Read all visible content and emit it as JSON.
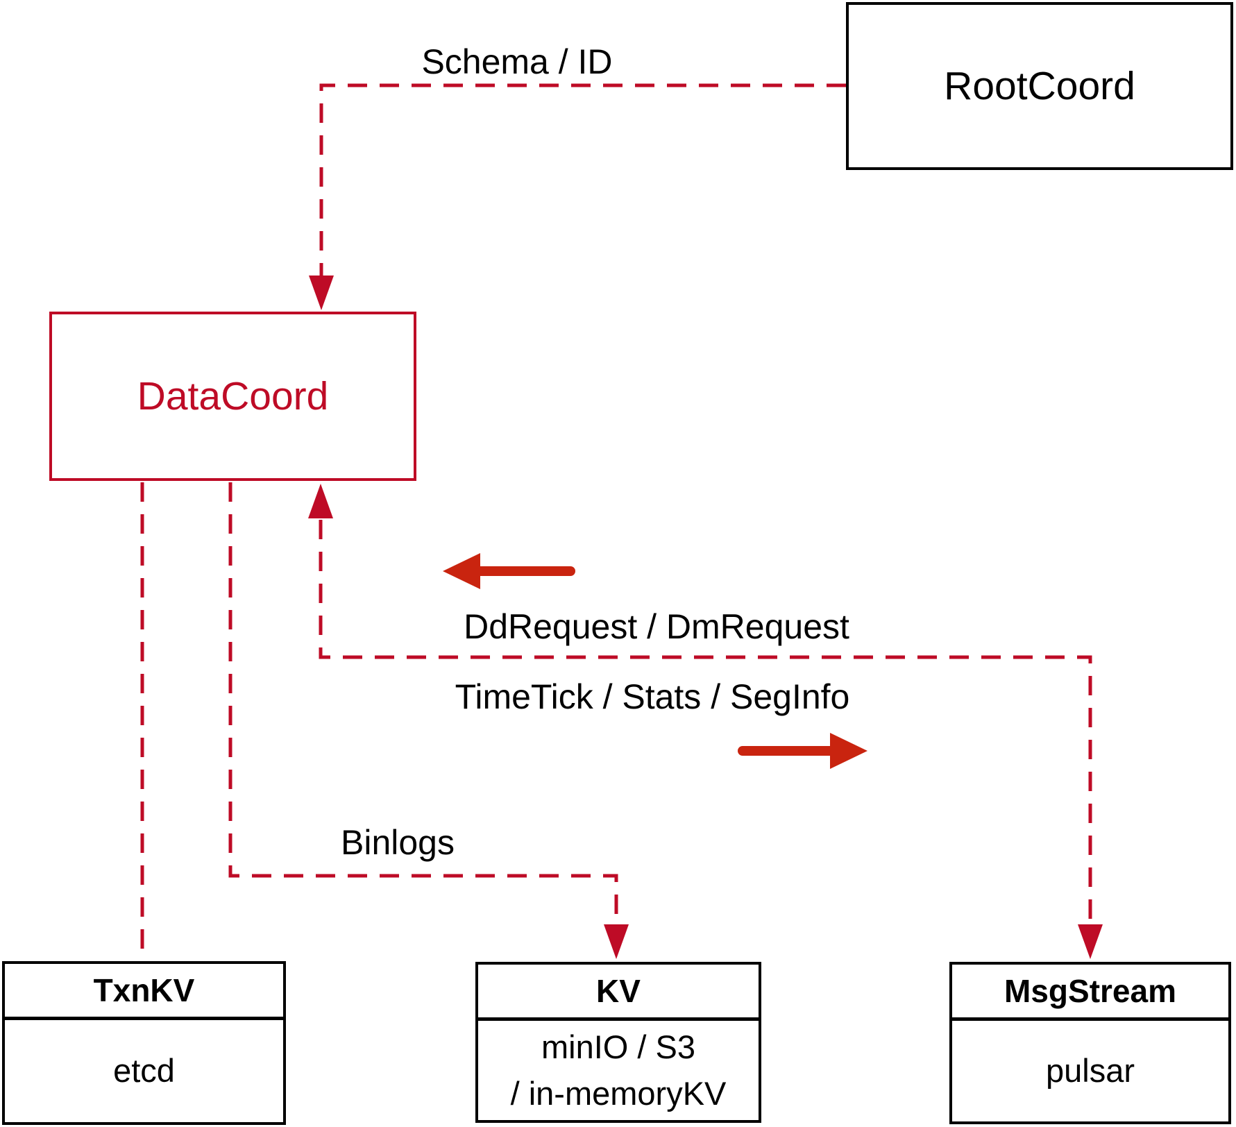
{
  "colors": {
    "line_red": "#BE0B26",
    "arrow_red": "#C9240F",
    "box_black": "#000000",
    "background": "#FFFFFF"
  },
  "nodes": {
    "rootcoord": {
      "label": "RootCoord"
    },
    "datacoord": {
      "label": "DataCoord"
    },
    "txnkv": {
      "title": "TxnKV",
      "body": "etcd"
    },
    "kv": {
      "title": "KV",
      "body_line1": "minIO / S3",
      "body_line2": "/ in-memoryKV"
    },
    "msgstream": {
      "title": "MsgStream",
      "body": "pulsar"
    }
  },
  "edge_labels": {
    "schema_id": "Schema / ID",
    "dd_request": "DdRequest / DmRequest",
    "time_tick": "TimeTick / Stats / SegInfo",
    "binlogs": "Binlogs"
  }
}
